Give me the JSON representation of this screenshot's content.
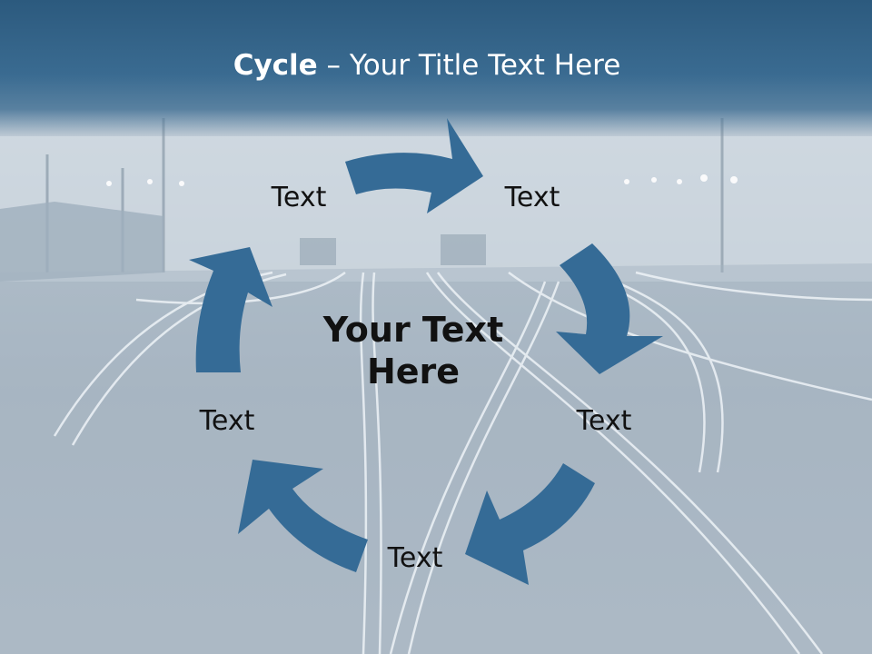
{
  "slide": {
    "title_bold": "Cycle",
    "title_rest": " – Your Title Text Here",
    "center_line1": "Your Text",
    "center_line2": "Here"
  },
  "cycle": {
    "nodes": [
      {
        "label": "Text"
      },
      {
        "label": "Text"
      },
      {
        "label": "Text"
      },
      {
        "label": "Text"
      },
      {
        "label": "Text"
      }
    ],
    "arrow_color": "#356b96"
  },
  "colors": {
    "title_band": "#2c5a7e",
    "background": "#b9c5d0",
    "arrow": "#356b96",
    "text": "#111111"
  }
}
